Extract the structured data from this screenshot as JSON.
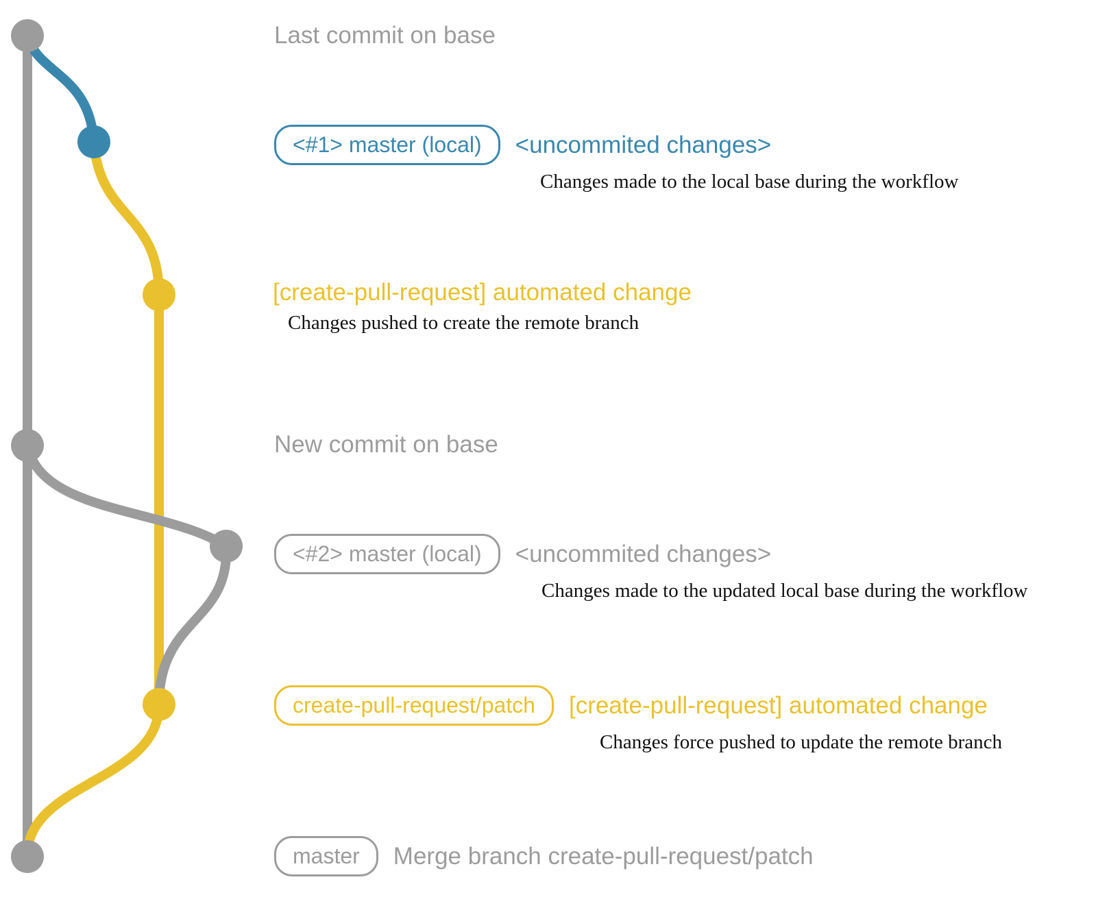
{
  "colors": {
    "gray": "#9c9c9c",
    "blue": "#3a87ad",
    "yellow": "#e9c12e",
    "text": "#111111"
  },
  "annotations": {
    "last_commit": "Last commit on base",
    "new_commit": "New commit on base",
    "step1": {
      "badge": "<#1> master (local)",
      "title": "<uncommited changes>",
      "desc": "Changes made to the local base during the workflow"
    },
    "step2": {
      "title": "[create-pull-request] automated change",
      "desc": "Changes pushed to create the remote branch"
    },
    "step3": {
      "badge": "<#2> master (local)",
      "title": "<uncommited changes>",
      "desc": "Changes made to the updated local base during the workflow"
    },
    "step4": {
      "badge": "create-pull-request/patch",
      "title": "[create-pull-request] automated change",
      "desc": "Changes force pushed to update the remote branch"
    },
    "step5": {
      "badge": "master",
      "title": "Merge branch create-pull-request/patch"
    }
  }
}
